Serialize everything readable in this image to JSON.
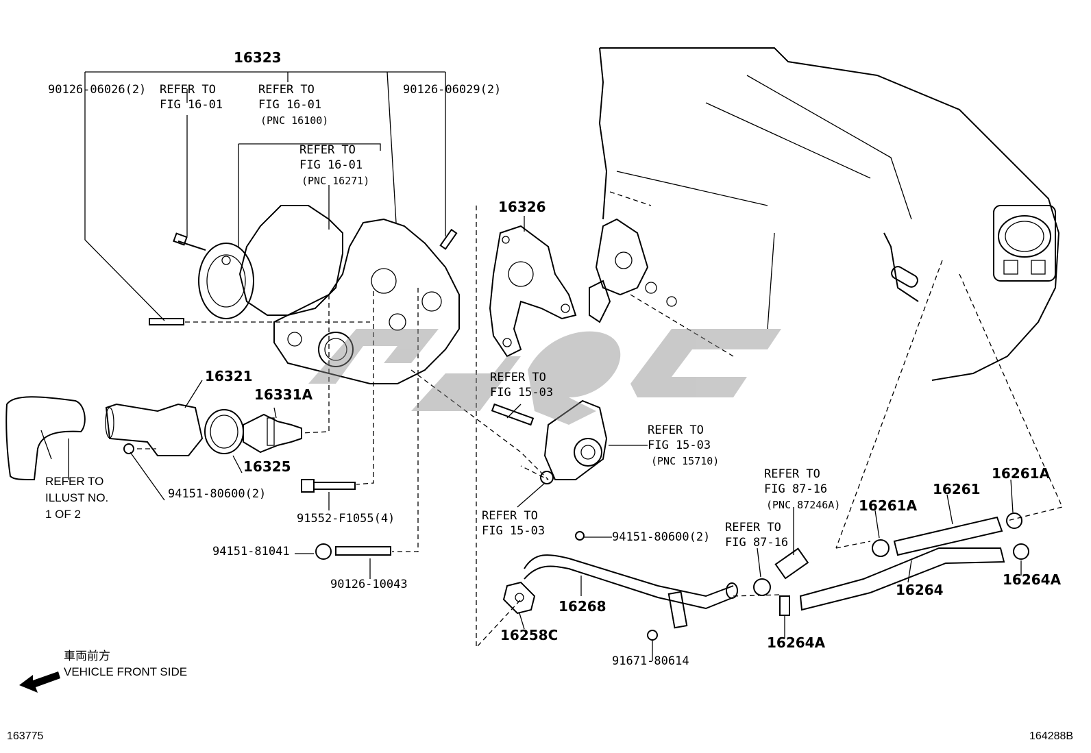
{
  "labels": {
    "p16323": "16323",
    "p90126_06026": "90126-06026(2)",
    "ref1a": "REFER TO",
    "ref1b": "FIG 16-01",
    "ref2a": "REFER TO",
    "ref2b": "FIG 16-01",
    "ref2c": "(PNC 16100)",
    "p90126_06029": "90126-06029(2)",
    "ref3a": "REFER TO",
    "ref3b": "FIG 16-01",
    "ref3c": "(PNC 16271)",
    "p16326": "16326",
    "p16321": "16321",
    "p16331A": "16331A",
    "p16325": "16325",
    "refIllA": "REFER TO",
    "refIllB": "ILLUST NO.",
    "refIllC": "1 OF 2",
    "p94151_80600a": "94151-80600(2)",
    "p91552": "91552-F1055(4)",
    "p94151_81041": "94151-81041",
    "p90126_10043": "90126-10043",
    "ref15a": "REFER TO",
    "ref15b": "FIG 15-03",
    "ref15c_a": "REFER TO",
    "ref15c_b": "FIG 15-03",
    "ref15c_c": "(PNC 15710)",
    "ref15d_a": "REFER TO",
    "ref15d_b": "FIG 15-03",
    "p94151_80600b": "94151-80600(2)",
    "p16268": "16268",
    "p16258C": "16258C",
    "p91671": "91671-80614",
    "ref87a_a": "REFER TO",
    "ref87a_b": "FIG 87-16",
    "ref87a_c": "(PNC 87246A)",
    "ref87b_a": "REFER TO",
    "ref87b_b": "FIG 87-16",
    "p16261A_a": "16261A",
    "p16261": "16261",
    "p16261A_b": "16261A",
    "p16264": "16264",
    "p16264A_a": "16264A",
    "p16264A_b": "16264A",
    "front_jp": "車両前方",
    "front_en": "VEHICLE FRONT SIDE"
  },
  "footer": {
    "left_code": "163775",
    "right_code": "164288B"
  }
}
